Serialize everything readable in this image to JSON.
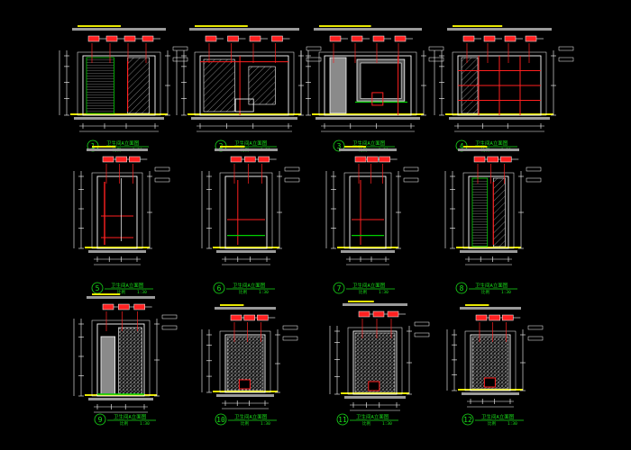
{
  "colors": {
    "background": "#000000",
    "outline": "#ffffff",
    "highlight": "#ff2020",
    "dimension": "#00d000",
    "title_bar": "#e8e800",
    "base_bar": "#9a9a9a",
    "label": "#19e019"
  },
  "elevations": [
    {
      "number": "1",
      "title": "卫生间A立面图",
      "scale_label": "比例",
      "scale_value": "1:30"
    },
    {
      "number": "2",
      "title": "卫生间A立面图",
      "scale_label": "比例",
      "scale_value": "1:30"
    },
    {
      "number": "3",
      "title": "卫生间A立面图",
      "scale_label": "比例",
      "scale_value": "1:30"
    },
    {
      "number": "4",
      "title": "卫生间A立面图",
      "scale_label": "比例",
      "scale_value": "1:30"
    },
    {
      "number": "5",
      "title": "卫生间A立面图",
      "scale_label": "比例",
      "scale_value": "1:30"
    },
    {
      "number": "6",
      "title": "卫生间A立面图",
      "scale_label": "比例",
      "scale_value": "1:30"
    },
    {
      "number": "7",
      "title": "卫生间A立面图",
      "scale_label": "比例",
      "scale_value": "1:30"
    },
    {
      "number": "8",
      "title": "卫生间A立面图",
      "scale_label": "比例",
      "scale_value": "1:30"
    },
    {
      "number": "9",
      "title": "卫生间A立面图",
      "scale_label": "比例",
      "scale_value": "1:30"
    },
    {
      "number": "10",
      "title": "卫生间A立面图",
      "scale_label": "比例",
      "scale_value": "1:30"
    },
    {
      "number": "11",
      "title": "卫生间A立面图",
      "scale_label": "比例",
      "scale_value": "1:30"
    },
    {
      "number": "12",
      "title": "卫生间A立面图",
      "scale_label": "比例",
      "scale_value": "1:30"
    }
  ]
}
